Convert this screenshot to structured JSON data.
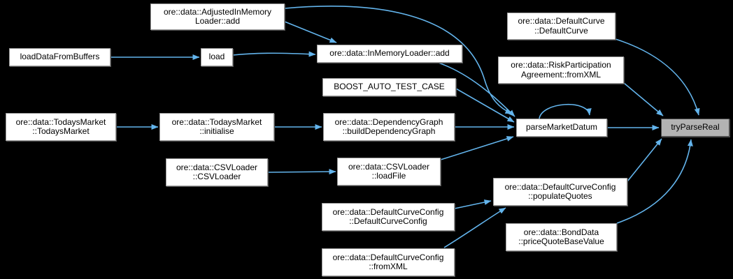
{
  "diagram": {
    "type": "call-graph",
    "colors": {
      "background": "#000000",
      "edge": "#63b4ec",
      "node_fill": "#ffffff",
      "node_border": "#9a9a9a",
      "highlight_node_fill": "#b3b3b3",
      "text": "#000000"
    },
    "nodes": {
      "adjusted_add": {
        "label": "ore::data::AdjustedInMemory\nLoader::add"
      },
      "load_data_from_buffers": {
        "label": "loadDataFromBuffers"
      },
      "load": {
        "label": "load"
      },
      "inmemory_add": {
        "label": "ore::data::InMemoryLoader::add"
      },
      "boost_auto_test_case": {
        "label": "BOOST_AUTO_TEST_CASE"
      },
      "todays_market_ctor": {
        "label": "ore::data::TodaysMarket\n::TodaysMarket"
      },
      "todays_market_initialise": {
        "label": "ore::data::TodaysMarket\n::initialise"
      },
      "dependency_graph": {
        "label": "ore::data::DependencyGraph\n::buildDependencyGraph"
      },
      "parse_market_datum": {
        "label": "parseMarketDatum"
      },
      "try_parse_real": {
        "label": "tryParseReal"
      },
      "default_curve_ctor": {
        "label": "ore::data::DefaultCurve\n::DefaultCurve"
      },
      "risk_participation_fromxml": {
        "label": "ore::data::RiskParticipation\nAgreement::fromXML"
      },
      "csv_loader_ctor": {
        "label": "ore::data::CSVLoader\n::CSVLoader"
      },
      "csv_loader_loadfile": {
        "label": "ore::data::CSVLoader\n::loadFile"
      },
      "default_curve_config_ctor": {
        "label": "ore::data::DefaultCurveConfig\n::DefaultCurveConfig"
      },
      "default_curve_config_fromxml": {
        "label": "ore::data::DefaultCurveConfig\n::fromXML"
      },
      "populate_quotes": {
        "label": "ore::data::DefaultCurveConfig\n::populateQuotes"
      },
      "bond_data_price_quote": {
        "label": "ore::data::BondData\n::priceQuoteBaseValue"
      }
    },
    "edges": [
      {
        "from": "load_data_from_buffers",
        "to": "load"
      },
      {
        "from": "load",
        "to": "inmemory_add"
      },
      {
        "from": "adjusted_add",
        "to": "inmemory_add"
      },
      {
        "from": "adjusted_add",
        "to": "parse_market_datum"
      },
      {
        "from": "inmemory_add",
        "to": "parse_market_datum"
      },
      {
        "from": "boost_auto_test_case",
        "to": "parse_market_datum"
      },
      {
        "from": "dependency_graph",
        "to": "parse_market_datum"
      },
      {
        "from": "csv_loader_loadfile",
        "to": "parse_market_datum"
      },
      {
        "from": "parse_market_datum",
        "to": "parse_market_datum"
      },
      {
        "from": "parse_market_datum",
        "to": "try_parse_real"
      },
      {
        "from": "default_curve_ctor",
        "to": "try_parse_real"
      },
      {
        "from": "risk_participation_fromxml",
        "to": "try_parse_real"
      },
      {
        "from": "populate_quotes",
        "to": "try_parse_real"
      },
      {
        "from": "bond_data_price_quote",
        "to": "try_parse_real"
      },
      {
        "from": "default_curve_config_ctor",
        "to": "populate_quotes"
      },
      {
        "from": "default_curve_config_fromxml",
        "to": "populate_quotes"
      },
      {
        "from": "todays_market_ctor",
        "to": "todays_market_initialise"
      },
      {
        "from": "todays_market_initialise",
        "to": "dependency_graph"
      },
      {
        "from": "csv_loader_ctor",
        "to": "csv_loader_loadfile"
      }
    ]
  }
}
